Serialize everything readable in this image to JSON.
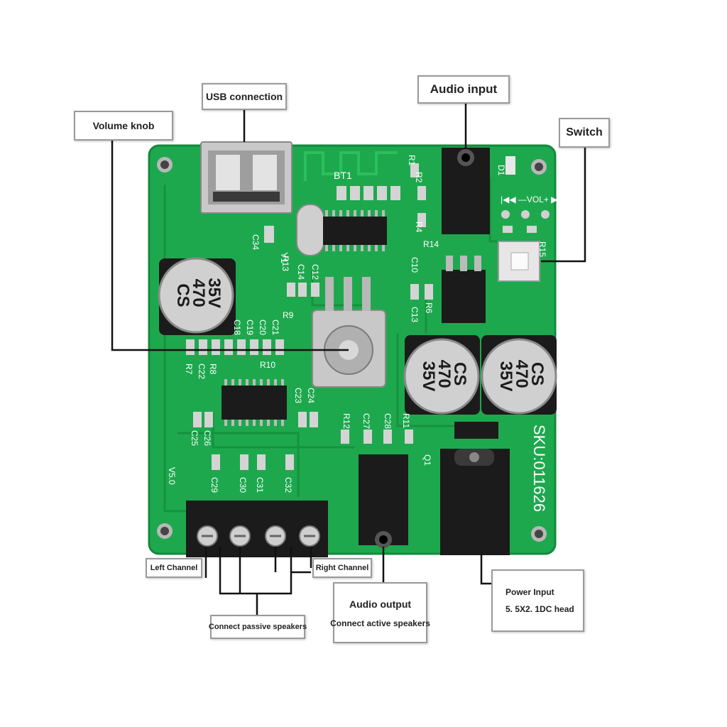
{
  "board": {
    "pcb_color": "#1ea84e",
    "pcb_dark": "#128a3b",
    "silk_color": "#ffffff",
    "bluetooth_label": "BT1",
    "crystal_label": "Y1",
    "sku_label": "SKU:011626",
    "version_label": "V5.0",
    "vol_label": "|◀◀ —VOL+ ▶▶|",
    "capacitor": {
      "line1": "CS",
      "line2": "470",
      "line3": "35V"
    },
    "component_labels": [
      "R1",
      "R2",
      "R4",
      "R14",
      "R15",
      "R13",
      "R9",
      "R10",
      "R7",
      "R8",
      "R6",
      "C34",
      "C14",
      "C12",
      "C10",
      "C13",
      "C18",
      "C19",
      "C20",
      "C21",
      "C22",
      "C23",
      "C24",
      "C25",
      "C26",
      "C27",
      "C28",
      "C29",
      "C30",
      "C31",
      "C32",
      "D1",
      "Q1",
      "R11",
      "R12"
    ]
  },
  "labels": {
    "volume_knob": "Volume knob",
    "usb_connection": "USB connection",
    "audio_input": "Audio input",
    "switch": "Switch",
    "left_channel": "Left Channel",
    "right_channel": "Right Channel",
    "connect_passive": "Connect passive speakers",
    "audio_output_title": "Audio output",
    "audio_output_sub": "Connect active speakers",
    "power_input_title": "Power Input",
    "power_input_sub": "5. 5X2. 1DC head"
  }
}
